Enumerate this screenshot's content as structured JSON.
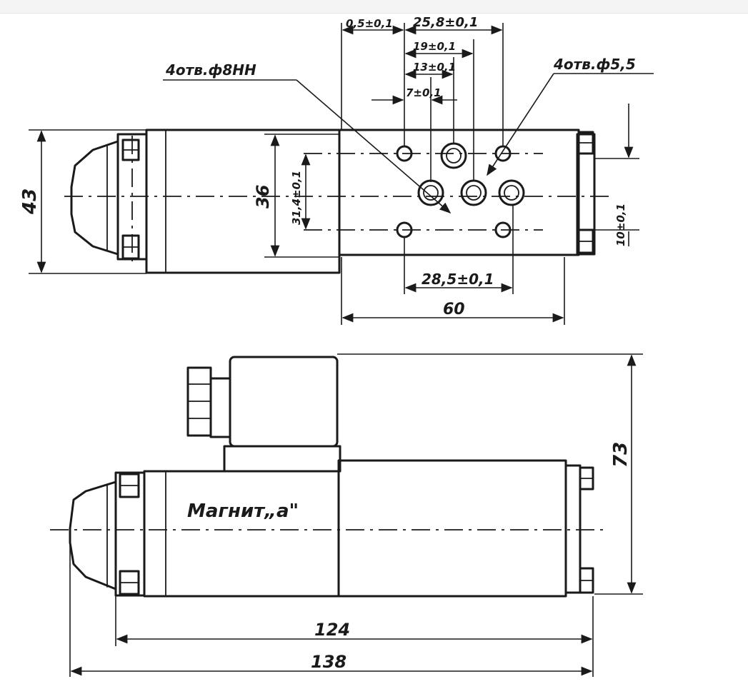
{
  "top_view": {
    "dim_height_outer": "43",
    "dim_height_block": "36",
    "dim_holes_vertical": "31,4±0,1",
    "dim_width_plate": "60",
    "dim_holes_horizontal": "28,5±0,1",
    "dim_right_small": "10±0,1",
    "dim_top_small": "0,5±0,1",
    "dim_top_a": "25,8±0,1",
    "dim_top_b": "19±0,1",
    "dim_top_c": "13±0,1",
    "dim_top_d": "7±0,1",
    "note_holes_left": "4отв.ф8НН",
    "note_holes_right": "4отв.ф5,5"
  },
  "front_view": {
    "label_magnet": "Магнит„а\"",
    "dim_height": "73",
    "dim_length_inner": "124",
    "dim_length_total": "138"
  }
}
